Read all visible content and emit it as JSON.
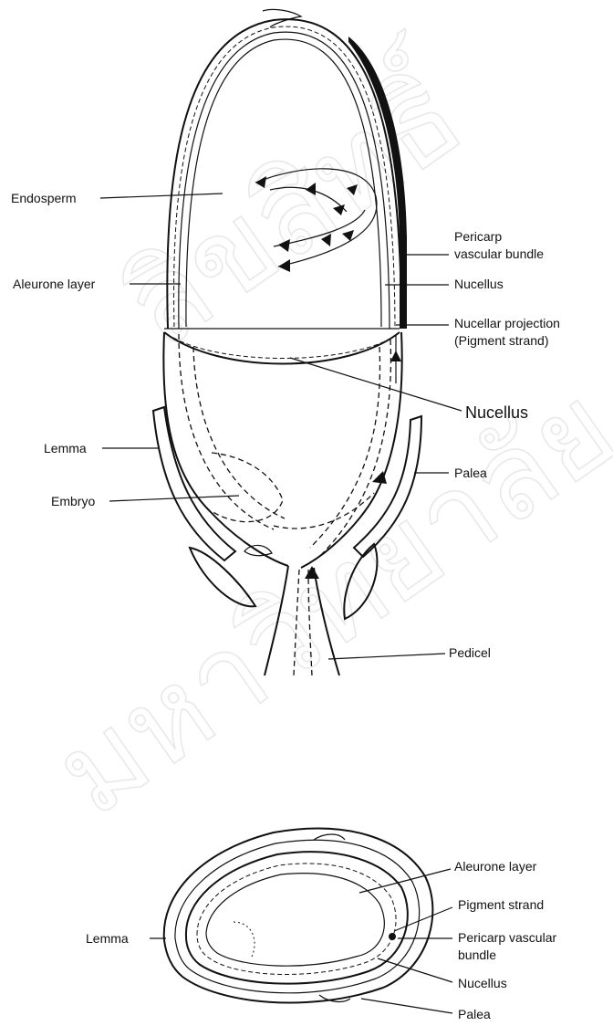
{
  "longitudinal_section": {
    "labels": {
      "endosperm": "Endosperm",
      "aleurone_layer": "Aleurone layer",
      "pericarp_vascular_bundle_line1": "Pericarp",
      "pericarp_vascular_bundle_line2": "vascular bundle",
      "nucellus_upper": "Nucellus",
      "nucellar_projection_line1": "Nucellar projection",
      "nucellar_projection_line2": "(Pigment strand)",
      "nucellus_lower": "Nucellus",
      "lemma": "Lemma",
      "palea": "Palea",
      "embryo": "Embryo",
      "pedicel": "Pedicel"
    }
  },
  "cross_section": {
    "labels": {
      "aleurone_layer": "Aleurone layer",
      "pigment_strand": "Pigment strand",
      "pericarp_vascular_bundle_line1": "Pericarp vascular",
      "pericarp_vascular_bundle_line2": "bundle",
      "lemma": "Lemma",
      "nucellus": "Nucellus",
      "palea": "Palea"
    }
  }
}
